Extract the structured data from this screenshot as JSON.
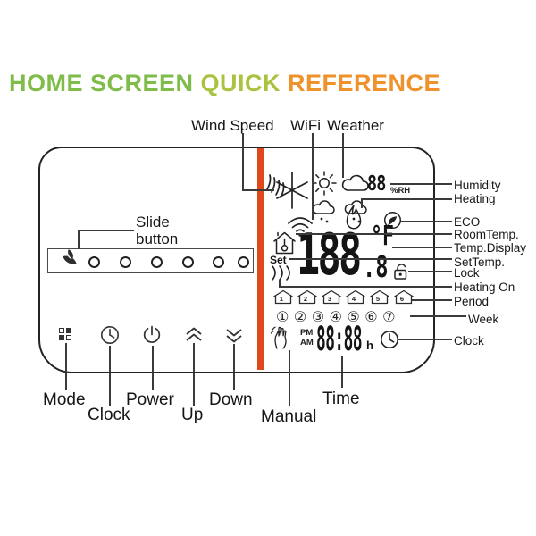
{
  "title": {
    "part1": "HOME SCREEN ",
    "part2": "QUICK ",
    "part3": "REFERENCE",
    "color_green": "#7fbc49",
    "color_yellowgreen": "#a9c340",
    "color_orange": "#f0922b"
  },
  "colors": {
    "accent_bar": "#e0481b",
    "line": "#3a3a3a",
    "ink": "#222222"
  },
  "top_labels": {
    "wind_speed": "Wind Speed",
    "wifi": "WiFi",
    "weather": "Weather"
  },
  "right_labels": {
    "humidity": "Humidity",
    "heating": "Heating",
    "eco": "ECO",
    "room_temp": "RoomTemp.",
    "temp_display": "Temp.Display",
    "set_temp": "SetTemp.",
    "lock": "Lock",
    "heating_on": "Heating On",
    "period": "Period",
    "week": "Week",
    "clock": "Clock"
  },
  "bottom_labels": {
    "mode": "Mode",
    "clock": "Clock",
    "power": "Power",
    "up": "Up",
    "down": "Down",
    "manual": "Manual",
    "time": "Time"
  },
  "slide_button": {
    "label": "Slide button"
  },
  "display": {
    "humidity_value": "88",
    "humidity_unit": "%RH",
    "set_label": "Set",
    "temp_value": "188",
    "temp_unit": "°F",
    "temp_decimal": ".8",
    "meridiem_pm": "PM",
    "meridiem_am": "AM",
    "time_value": "88:88",
    "time_suffix": "h",
    "week_days": [
      "①",
      "②",
      "③",
      "④",
      "⑤",
      "⑥",
      "⑦"
    ],
    "periods": [
      "1",
      "2",
      "3",
      "4",
      "5",
      "6"
    ]
  }
}
